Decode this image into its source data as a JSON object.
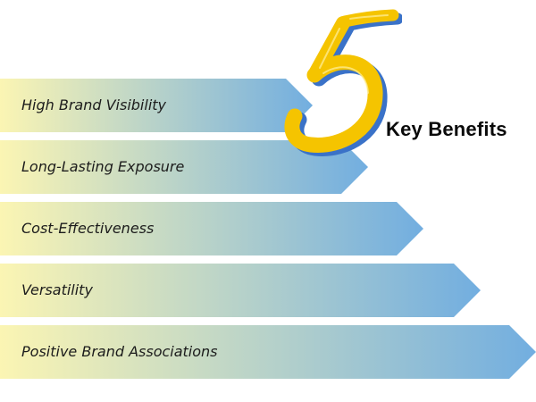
{
  "benefits": [
    "High Brand Visibility",
    "Long-Lasting Exposure",
    "Cost-Effectiveness",
    "Versatility",
    "Positive Brand Associations"
  ],
  "header": {
    "number": "5",
    "title": "Key Benefits"
  },
  "colors": {
    "gradient_start": "#fbf5b3",
    "gradient_end": "#72aee0",
    "number_fill": "#f5c400",
    "number_shadow": "#3a72c8",
    "text": "#1c1c1c"
  }
}
